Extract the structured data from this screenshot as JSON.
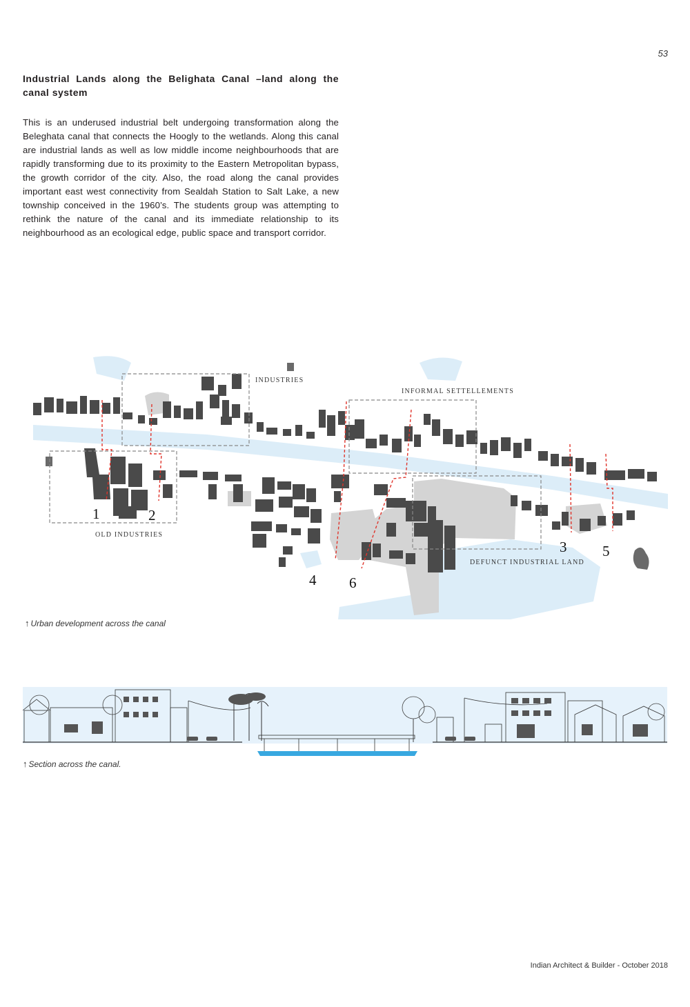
{
  "page": {
    "number": "53"
  },
  "article": {
    "title": "Industrial Lands along the Belighata Canal –land along the canal system",
    "body": "This is an underused industrial belt undergoing transformation along the Beleghata canal that connects the Hoogly to the wetlands. Along this canal are industrial lands as well as low middle income neighbourhoods that are rapidly transforming due to its proximity to the Eastern Metropolitan bypass, the growth corridor of the city. Also, the road along the canal provides important east west connectivity from Sealdah Station to Salt Lake, a new township conceived in the 1960’s. The students group was attempting to rethink the nature of the canal and its immediate relationship to its neighbourhood as an ecological edge, public space and transport corridor."
  },
  "map": {
    "labels": {
      "industries": "INDUSTRIES",
      "informal_settlements": "INFORMAL SETTELLEMENTS",
      "old_industries": "OLD INDUSTRIES",
      "defunct_industrial_land": "DEFUNCT INDUSTRIAL LAND"
    },
    "section_numbers": [
      "1",
      "2",
      "3",
      "4",
      "5",
      "6"
    ],
    "colors": {
      "water": "#dcedf8",
      "building": "#4a4a4a",
      "open_land": "#d4d4d4",
      "section_line": "#e0342b",
      "box": "#888888"
    }
  },
  "captions": {
    "map": "Urban development across the canal",
    "section": "Section across the canal."
  },
  "footer": {
    "text": "Indian Architect & Builder - October 2018"
  }
}
